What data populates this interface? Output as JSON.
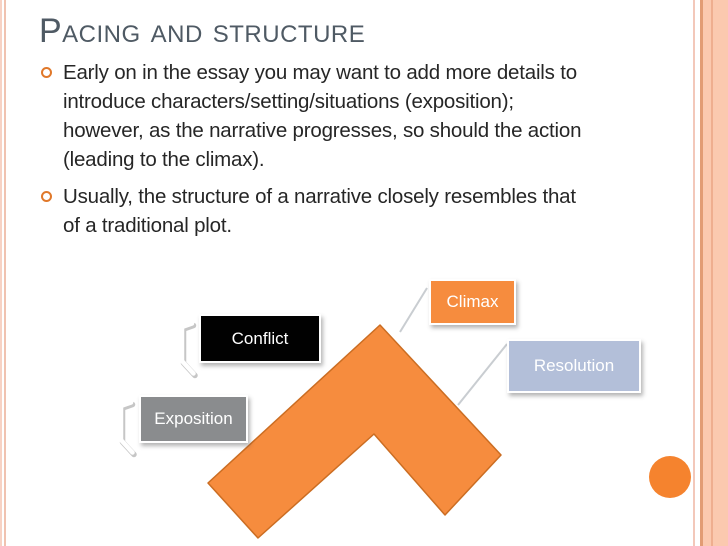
{
  "slide": {
    "title": "Pacing and structure",
    "bullets": [
      "Early on in the essay you may want to add more details to introduce characters/setting/situations (exposition); however, as the narrative progresses, so should the action (leading to the climax).",
      "Usually, the structure of a narrative closely resembles that of a traditional plot."
    ]
  },
  "diagram": {
    "type": "plot-structure-chevron",
    "description": "Orange upward chevron arrow annotated with the four stages of a traditional plot",
    "nodes": [
      {
        "id": "exposition",
        "label": "Exposition",
        "color": "#8a8c8e"
      },
      {
        "id": "conflict",
        "label": "Conflict",
        "color": "#010101"
      },
      {
        "id": "climax",
        "label": "Climax",
        "color": "#f68c3e"
      },
      {
        "id": "resolution",
        "label": "Resolution",
        "color": "#b3bfd9"
      }
    ]
  },
  "theme": {
    "title_color": "#4f5a64",
    "body_text_color": "#262626",
    "accent_orange": "#f68c3e",
    "chevron_stroke": "#cb6d22",
    "bullet_ring_orange": "#e0782a",
    "side_stripe_salmon": "#fbc9af",
    "side_stripe_dark": "#e29c74",
    "connector_gray": "#c9cdd1",
    "circle_orange": "#f5832e"
  }
}
